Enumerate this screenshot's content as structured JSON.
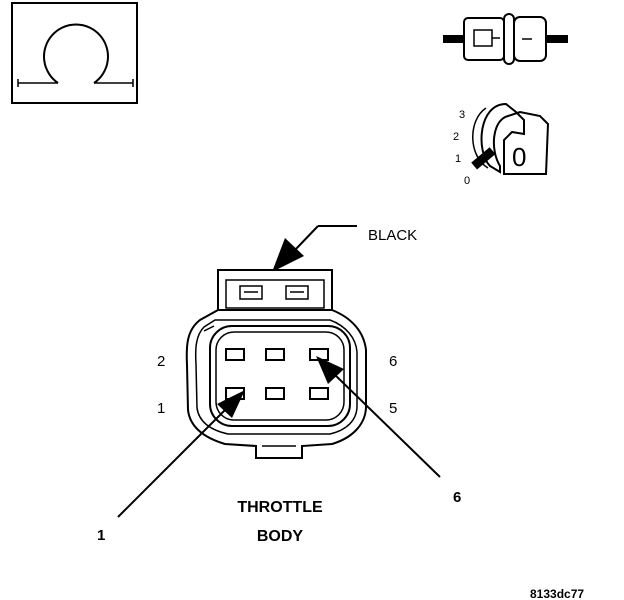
{
  "labels": {
    "black": "BLACK",
    "pin_2": "2",
    "pin_1": "1",
    "pin_6": "6",
    "pin_5": "5",
    "callout_1": "1",
    "callout_6": "6",
    "component_line1": "THROTTLE",
    "component_line2": "BODY",
    "figure_id": "8133dc77"
  },
  "key_icon": {
    "positions": [
      "3",
      "2",
      "1",
      "0"
    ],
    "current": "0"
  },
  "colors": {
    "line": "#000000",
    "background": "#ffffff"
  }
}
